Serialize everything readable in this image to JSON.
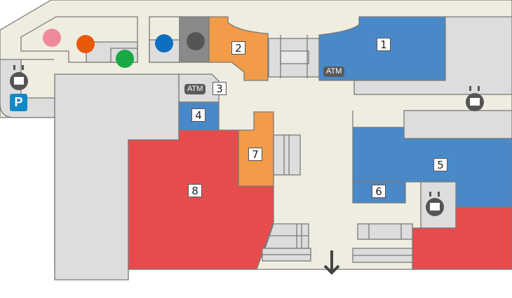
{
  "rooms": [
    {
      "id": "1",
      "color": "#4a89c8"
    },
    {
      "id": "2",
      "color": "#f29b48"
    },
    {
      "id": "3",
      "color": "#dcdddc"
    },
    {
      "id": "4",
      "color": "#4a89c8"
    },
    {
      "id": "5",
      "color": "#4a89c8"
    },
    {
      "id": "6",
      "color": "#4a89c8"
    },
    {
      "id": "7",
      "color": "#f29b48"
    },
    {
      "id": "8",
      "color": "#e64c4c"
    }
  ],
  "atm_label": "ATM",
  "parking_label": "P",
  "icons": {
    "baby": "baby-care-icon",
    "women": "womens-restroom-icon",
    "accessible": "accessible-restroom-icon",
    "men": "mens-restroom-icon",
    "smoking": "smoking-area-icon",
    "elevator": "elevator-icon",
    "exit": "exit-arrow-icon"
  },
  "colors": {
    "floor": "#efede0",
    "gray": "#dcdddc",
    "blue": "#4a89c8",
    "orange": "#f29b48",
    "red": "#e64c4c"
  }
}
